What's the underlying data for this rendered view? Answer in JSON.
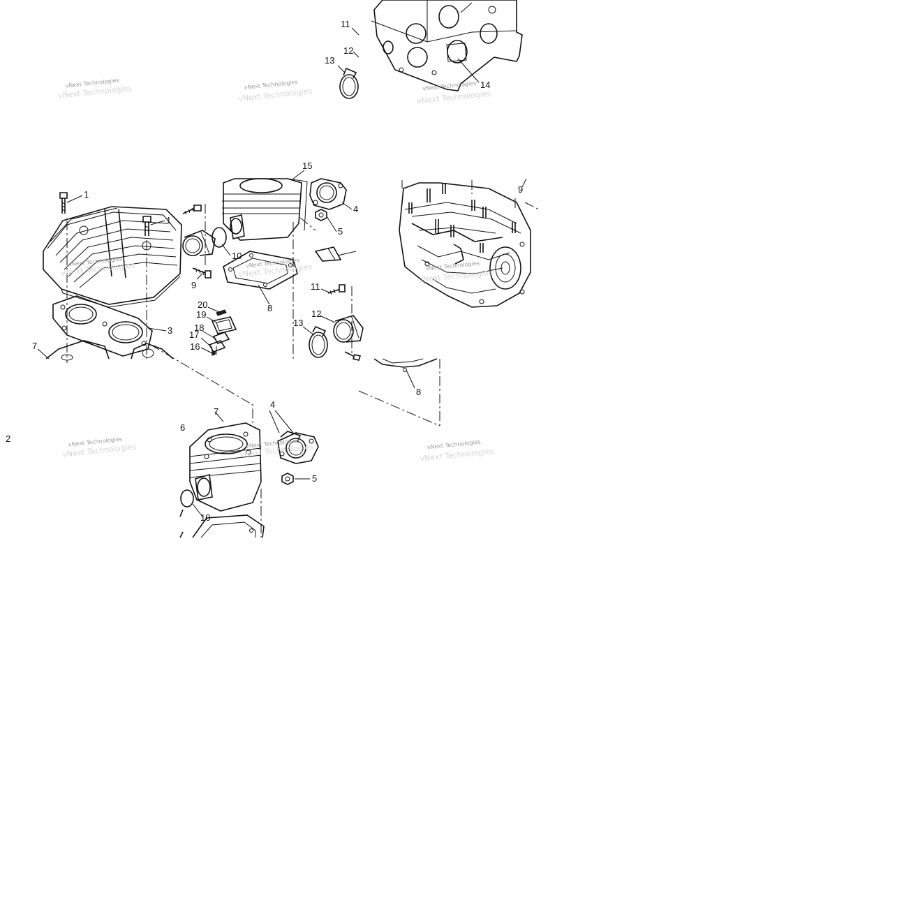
{
  "callouts": [
    {
      "id": "c1a",
      "text": "1"
    },
    {
      "id": "c1b",
      "text": "1"
    },
    {
      "id": "c2",
      "text": "2"
    },
    {
      "id": "c3",
      "text": "3"
    },
    {
      "id": "c4a",
      "text": "4"
    },
    {
      "id": "c4b",
      "text": "4"
    },
    {
      "id": "c5a",
      "text": "5"
    },
    {
      "id": "c5b",
      "text": "5"
    },
    {
      "id": "c6",
      "text": "6"
    },
    {
      "id": "c7a",
      "text": "7"
    },
    {
      "id": "c7b",
      "text": "7"
    },
    {
      "id": "c8a",
      "text": "8"
    },
    {
      "id": "c8b",
      "text": "8"
    },
    {
      "id": "c9a",
      "text": "9"
    },
    {
      "id": "c9b",
      "text": "9"
    },
    {
      "id": "c10a",
      "text": "10"
    },
    {
      "id": "c10b",
      "text": "10"
    },
    {
      "id": "c11a",
      "text": "11"
    },
    {
      "id": "c11b",
      "text": "11"
    },
    {
      "id": "c12a",
      "text": "12"
    },
    {
      "id": "c12b",
      "text": "12"
    },
    {
      "id": "c13a",
      "text": "13"
    },
    {
      "id": "c13b",
      "text": "13"
    },
    {
      "id": "c14",
      "text": "14"
    },
    {
      "id": "c15",
      "text": "15"
    },
    {
      "id": "c16",
      "text": "16"
    },
    {
      "id": "c17",
      "text": "17"
    },
    {
      "id": "c18",
      "text": "18"
    },
    {
      "id": "c19",
      "text": "19"
    },
    {
      "id": "c20",
      "text": "20"
    }
  ],
  "watermark": {
    "text": "vNext Technologies"
  }
}
